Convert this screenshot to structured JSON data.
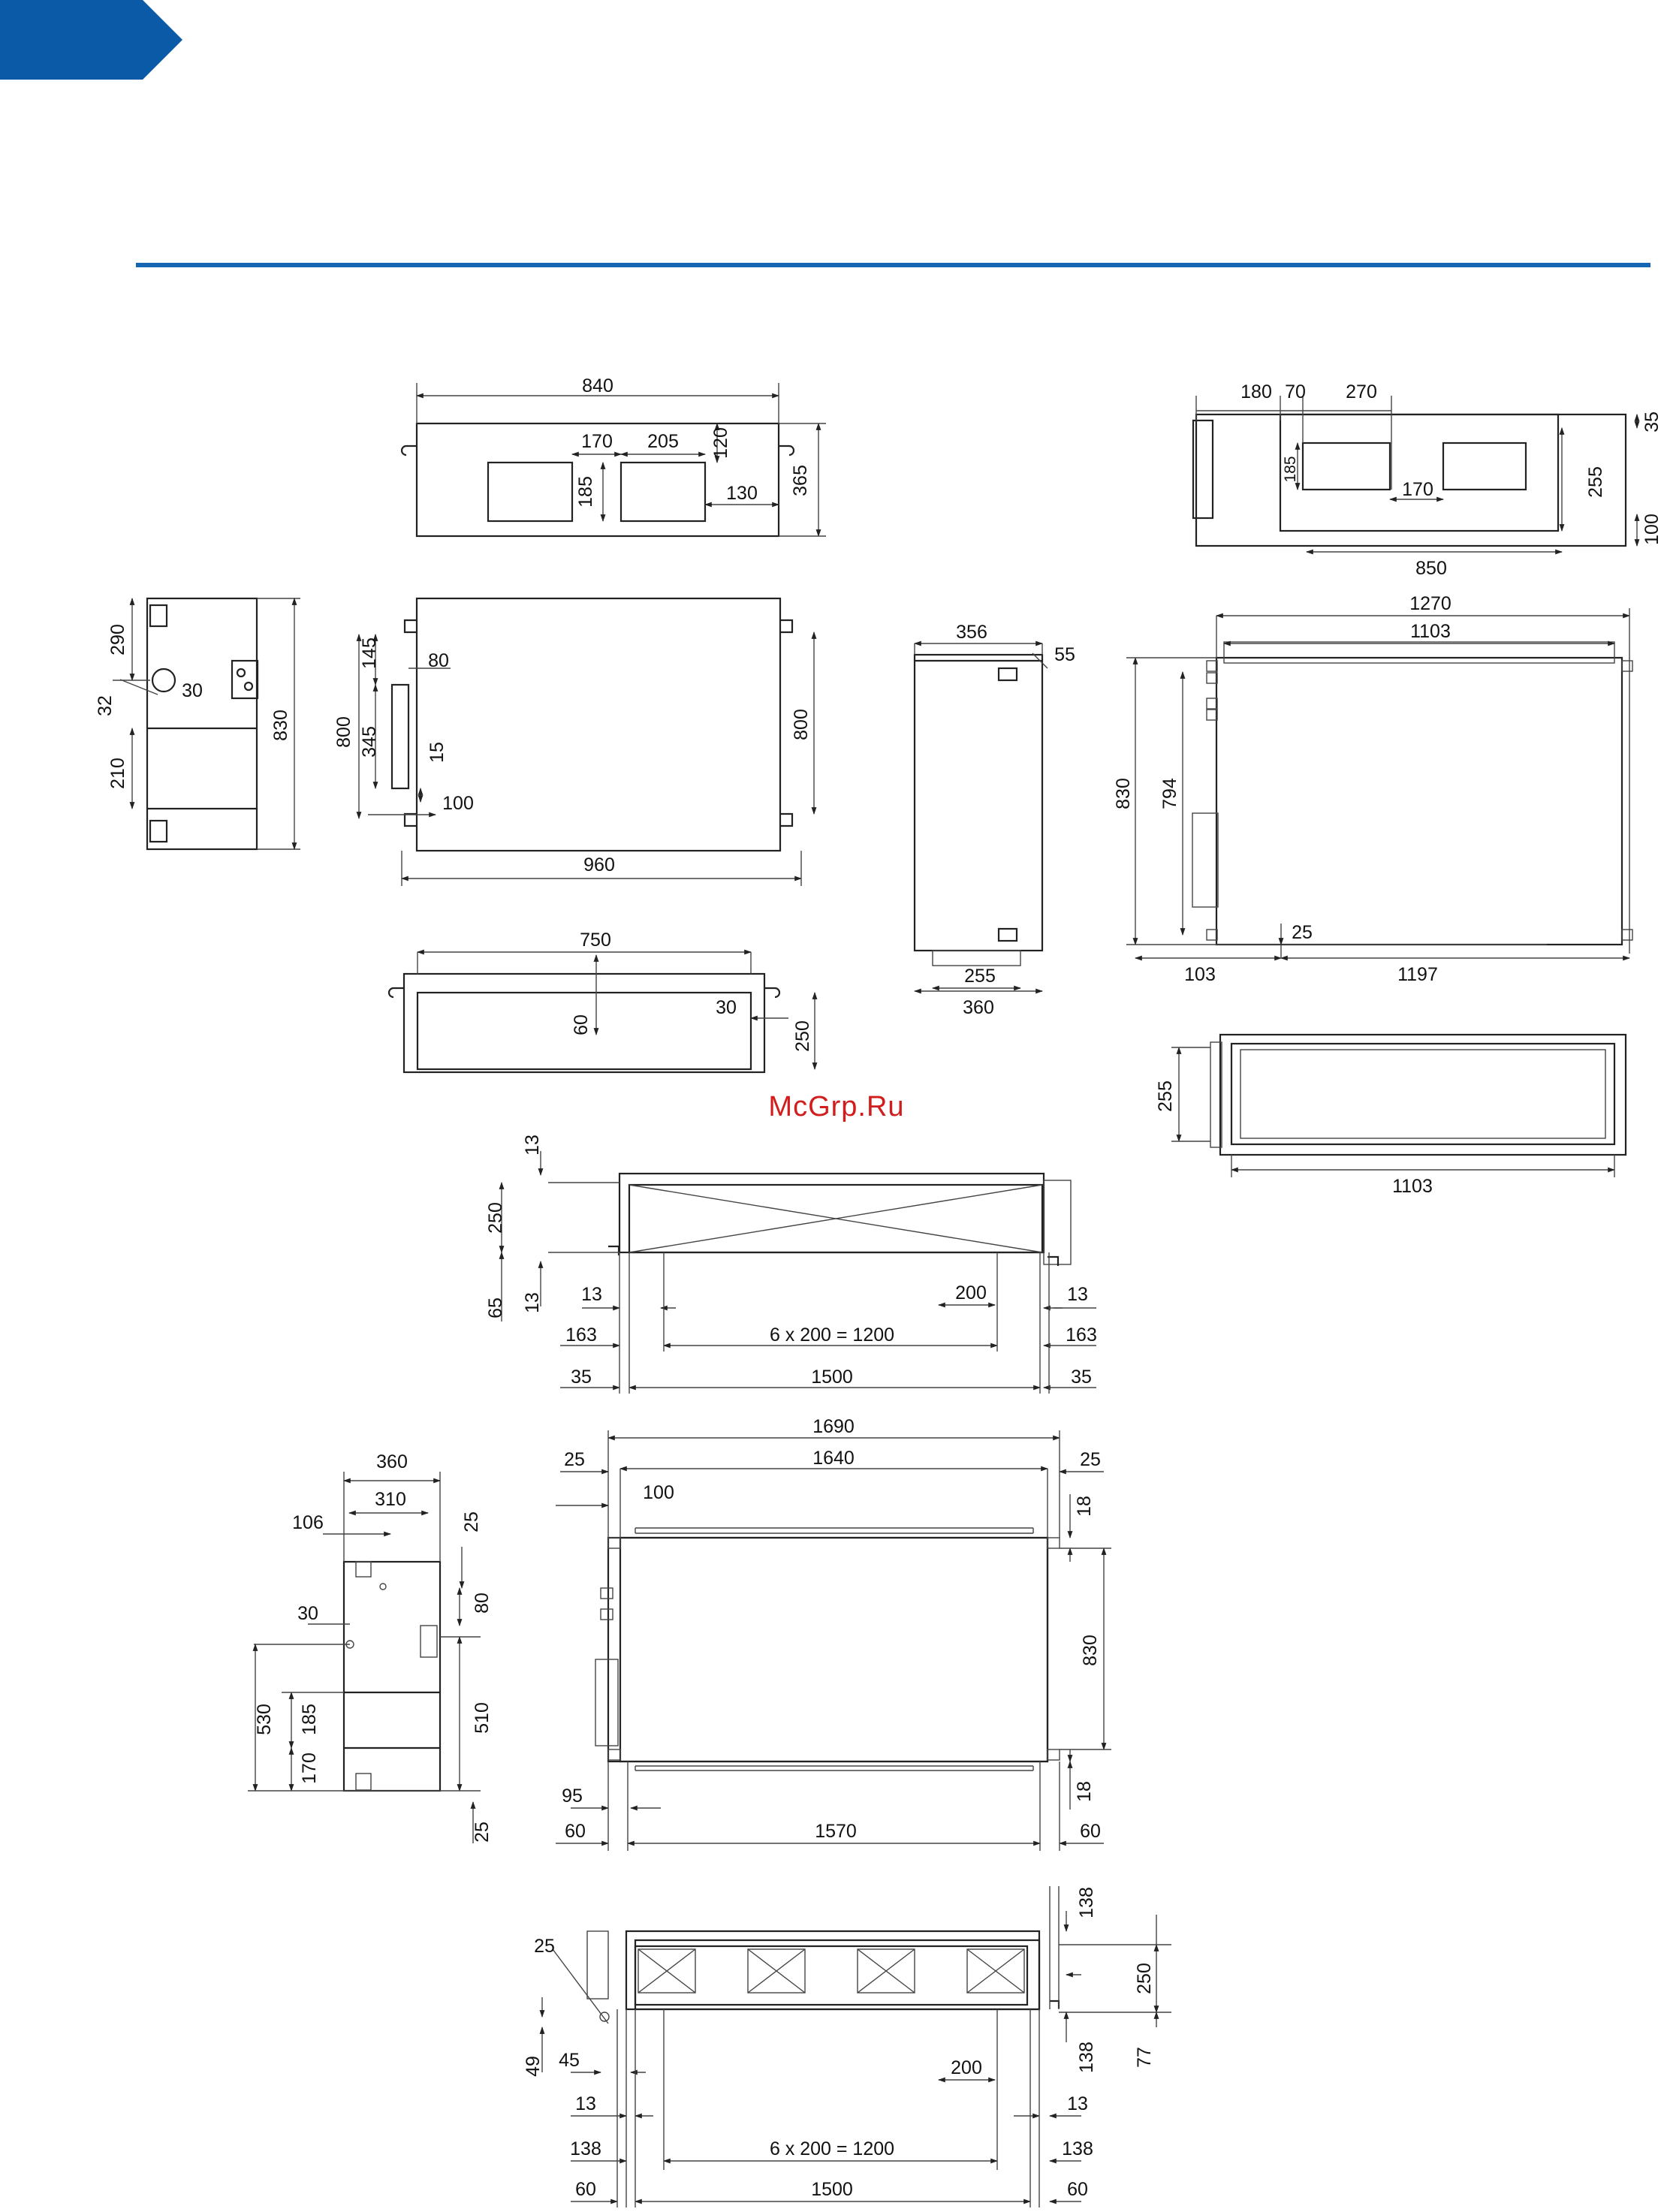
{
  "header": {
    "accent_color": "#0b5aa8",
    "rule_color": "#1665b3"
  },
  "watermark": "McGrp.Ru",
  "views": {
    "top_front": {
      "w": "840",
      "a": "170",
      "b": "205",
      "c": "120",
      "d": "185",
      "e": "130",
      "h": "365"
    },
    "left_side": {
      "a": "290",
      "b": "30",
      "c": "32",
      "d": "210",
      "h": "830"
    },
    "center_top": {
      "a": "145",
      "b": "80",
      "c": "800",
      "d": "345",
      "e": "15",
      "f": "100",
      "g": "800",
      "w": "960"
    },
    "back_front": {
      "w": "750",
      "a": "60",
      "b": "30",
      "h": "250"
    },
    "narrow_side": {
      "a": "356",
      "b": "55",
      "c": "255",
      "d": "360"
    },
    "right_front": {
      "a": "180",
      "b": "70",
      "c": "270",
      "d": "35",
      "e": "185",
      "f": "255",
      "g": "170",
      "h": "100",
      "w": "850"
    },
    "right_top": {
      "a": "1270",
      "b": "1103",
      "c": "830",
      "d": "794",
      "e": "25",
      "f": "103",
      "g": "1197"
    },
    "right_flange": {
      "a": "255",
      "w": "1103"
    },
    "mid_section": {
      "a": "13",
      "b": "250",
      "c": "65",
      "d": "13",
      "e": "13",
      "f": "200",
      "g": "13",
      "h": "163",
      "i": "6 x 200 = 1200",
      "j": "163",
      "k": "35",
      "l": "1500",
      "m": "35"
    },
    "bottom_side": {
      "a": "360",
      "b": "310",
      "c": "106",
      "d": "25",
      "e": "80",
      "f": "30",
      "g": "530",
      "h": "185",
      "i": "510",
      "j": "170",
      "k": "25"
    },
    "bottom_top": {
      "a": "1690",
      "b": "25",
      "c": "1640",
      "d": "25",
      "e": "100",
      "f": "18",
      "g": "830",
      "h": "18",
      "i": "95",
      "j": "60",
      "k": "1570",
      "l": "60"
    },
    "bottom_section": {
      "a": "138",
      "b": "25",
      "c": "250",
      "d": "49",
      "e": "45",
      "f": "200",
      "g": "138",
      "h": "77",
      "i": "13",
      "j": "13",
      "k": "138",
      "l": "6 x 200 = 1200",
      "m": "138",
      "n": "60",
      "o": "1500",
      "p": "60"
    }
  }
}
